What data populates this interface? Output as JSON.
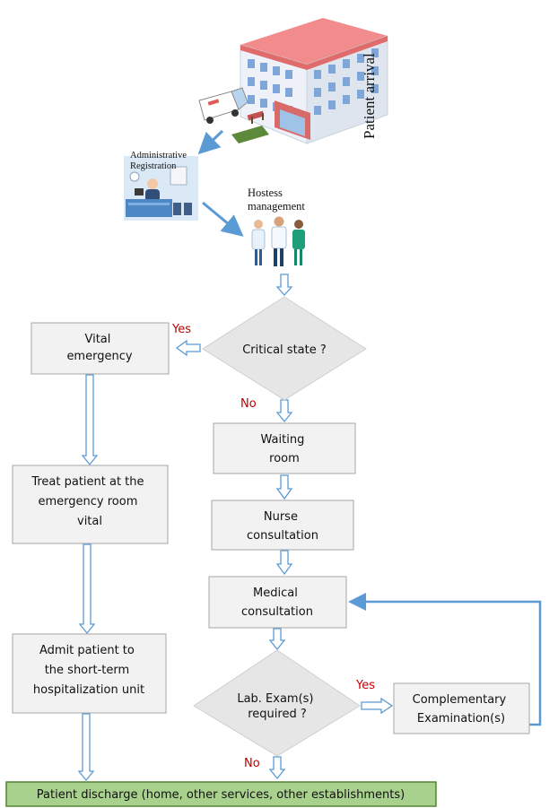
{
  "illustration": {
    "patient_arrival": "Patient arrival",
    "admin_registration": [
      "Administrative",
      "Registration"
    ],
    "hostess_management": [
      "Hostess",
      "management"
    ]
  },
  "nodes": {
    "critical_state": [
      "Critical state ?"
    ],
    "vital_emergency": [
      "Vital",
      "emergency"
    ],
    "waiting_room": [
      "Waiting",
      "room"
    ],
    "nurse_consultation": [
      "Nurse",
      "consultation"
    ],
    "medical_consultation": [
      "Medical",
      "consultation"
    ],
    "treat_patient": [
      "Treat patient at the",
      "emergency room",
      "vital"
    ],
    "admit_patient": [
      "Admit patient to",
      "the short-term",
      "hospitalization unit"
    ],
    "lab_exam": [
      "Lab. Exam(s)",
      "required ?"
    ],
    "complementary_exam": [
      "Complementary",
      "Examination(s)"
    ],
    "discharge": [
      "Patient discharge (home, other services, other establishments)"
    ]
  },
  "branch_labels": {
    "critical_yes": "Yes",
    "critical_no": "No",
    "lab_yes": "Yes",
    "lab_no": "No"
  },
  "colors": {
    "arrow_blue": "#5b9bd5",
    "box_fill": "#f2f2f2",
    "box_border": "#a6a6a6",
    "diamond_fill": "#e6e6e6",
    "discharge_fill": "#a9d18e",
    "discharge_border": "#548235",
    "yes_no_red": "#c00000"
  }
}
